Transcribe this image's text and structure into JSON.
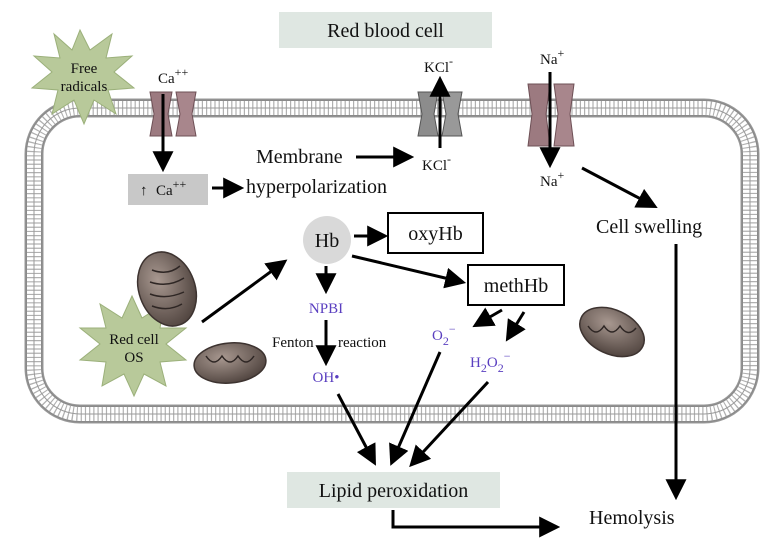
{
  "title": "Red blood cell",
  "labels": {
    "free_radicals_line1": "Free",
    "free_radicals_line2": "radicals",
    "ca_channel": "Ca",
    "ca_channel_sup": "++",
    "kcl_top": "KCl",
    "kcl_top_sup": "-",
    "kcl_bottom": "KCl",
    "kcl_bottom_sup": "-",
    "na_top": "Na",
    "na_top_sup": "+",
    "na_bottom": "Na",
    "na_bottom_sup": "+",
    "ca_increase_arrow": "↑",
    "ca_increase": "Ca",
    "ca_increase_sup": "++",
    "membrane_line1": "Membrane",
    "membrane_line2": "hyperpolarization",
    "hb": "Hb",
    "oxyhb": "oxyHb",
    "methhb": "methHb",
    "npbi": "NPBI",
    "fenton": "Fenton",
    "reaction": "reaction",
    "oh": "OH•",
    "o2_main": "O",
    "o2_sub": "2",
    "o2_sup": "−",
    "h2o2_h": "H",
    "h2o2_sub1": "2",
    "h2o2_o": "O",
    "h2o2_sub2": "2",
    "h2o2_sup": "−",
    "cell_swelling": "Cell swelling",
    "red_cell_os_line1": "Red cell",
    "red_cell_os_line2": "OS",
    "lipid_peroxidation": "Lipid peroxidation",
    "hemolysis": "Hemolysis"
  },
  "colors": {
    "title_bg": "#dfe7e2",
    "lipid_bg": "#dfe7e2",
    "star_fill": "#b8c99a",
    "hb_circle": "#d9d9d9",
    "ca_box": "#c8c8c8",
    "purple_text": "#5a3fc0",
    "channel_ca": "#9c7a80",
    "channel_kcl": "#8c8c8c",
    "channel_na": "#9c7a80",
    "mito": "#6b5e58"
  }
}
